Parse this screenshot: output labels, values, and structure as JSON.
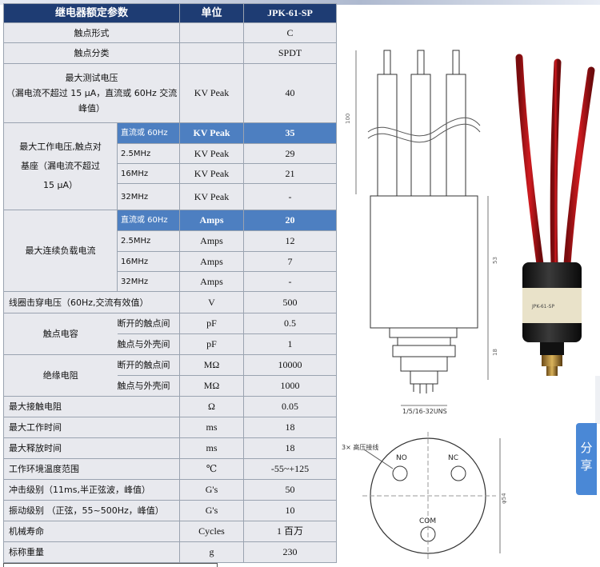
{
  "header": {
    "param": "继电器额定参数",
    "unit": "单位",
    "model": "JPK-61-SP"
  },
  "rows": {
    "contact_form": {
      "label": "触点形式",
      "unit": "",
      "value": "C"
    },
    "contact_type": {
      "label": "触点分类",
      "unit": "",
      "value": "SPDT"
    },
    "max_test_voltage": {
      "label_1": "最大测试电压",
      "label_2": "（漏电流不超过 15 μA，直流或 60Hz 交流",
      "label_3": "峰值）",
      "unit": "KV Peak",
      "value": "40"
    },
    "max_working_voltage": {
      "label_1": "最大工作电压,触点对",
      "label_2": "基座（漏电流不超过",
      "label_3": "15 μA）",
      "sub": [
        {
          "freq": "直流或 60Hz",
          "unit": "KV Peak",
          "value": "35"
        },
        {
          "freq": "2.5MHz",
          "unit": "KV Peak",
          "value": "29"
        },
        {
          "freq": "16MHz",
          "unit": "KV Peak",
          "value": "21"
        },
        {
          "freq": "32MHz",
          "unit": "KV Peak",
          "value": "-"
        }
      ]
    },
    "max_continuous_current": {
      "label": "最大连续负载电流",
      "sub": [
        {
          "freq": "直流或 60Hz",
          "unit": "Amps",
          "value": "20"
        },
        {
          "freq": "2.5MHz",
          "unit": "Amps",
          "value": "12"
        },
        {
          "freq": "16MHz",
          "unit": "Amps",
          "value": "7"
        },
        {
          "freq": "32MHz",
          "unit": "Amps",
          "value": "-"
        }
      ]
    },
    "coil_breakdown": {
      "label": "线圈击穿电压（60Hz,交流有效值）",
      "unit": "V",
      "value": "500"
    },
    "contact_capacitance": {
      "label": "触点电容",
      "sub": [
        {
          "label": "断开的触点间",
          "unit": "pF",
          "value": "0.5"
        },
        {
          "label": "触点与外壳间",
          "unit": "pF",
          "value": "1"
        }
      ]
    },
    "insulation_resistance": {
      "label": "绝缘电阻",
      "sub": [
        {
          "label": "断开的触点间",
          "unit": "MΩ",
          "value": "10000"
        },
        {
          "label": "触点与外壳间",
          "unit": "MΩ",
          "value": "1000"
        }
      ]
    },
    "simple": [
      {
        "label": "最大接触电阻",
        "unit": "Ω",
        "value": "0.05"
      },
      {
        "label": "最大工作时间",
        "unit": "ms",
        "value": "18"
      },
      {
        "label": "最大释放时间",
        "unit": "ms",
        "value": "18"
      },
      {
        "label": "工作环境温度范围",
        "unit": "℃",
        "value": "-55~+125"
      },
      {
        "label": "冲击级别（11ms,半正弦波，峰值）",
        "unit": "G's",
        "value": "50"
      },
      {
        "label": "振动级别 （正弦，55~500Hz，峰值）",
        "unit": "G's",
        "value": "10"
      },
      {
        "label": "机械寿命",
        "unit": "Cycles",
        "value": "1 百万"
      },
      {
        "label": "标称重量",
        "unit": "g",
        "value": "230"
      }
    ]
  },
  "drawing": {
    "thread_label": "1/5/16-32UNS",
    "pin_label": "3× 高压接线",
    "no": "NO",
    "nc": "NC",
    "com": "COM",
    "dim_1": "100",
    "dim_2": "53",
    "dim_3": "18",
    "dim_dia": "φ54"
  },
  "photo_label": "JPK-61-SP",
  "share": {
    "char_1": "分",
    "char_2": "享"
  },
  "colors": {
    "header_bg": "#1e3c73",
    "highlight_bg": "#4d7fc1",
    "cell_bg": "#e8e9ee",
    "wire": "#c0161a",
    "body": "#1a1a1a"
  }
}
